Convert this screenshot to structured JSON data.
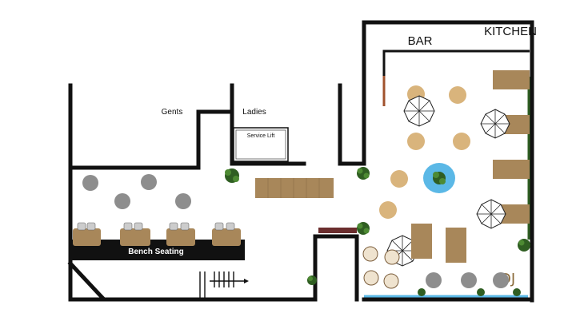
{
  "labels": {
    "kitchen": "KITCHEN",
    "bar": "BAR",
    "gents": "Gents",
    "ladies": "Ladies",
    "service_lift": "Service Lift",
    "bench_seating": "Bench Seating",
    "dj": "DJ"
  },
  "icons": {
    "umbrella": "umbrella-table-icon",
    "plant": "plant-icon",
    "stairs": "stairs-icon",
    "sofa": "sofa-icon",
    "round_table": "round-table-icon"
  },
  "colors": {
    "wall": "#111111",
    "wood": "#a8875a",
    "stool": "#d9b47c",
    "grey_table": "#8d8d8d",
    "water": "#5bb8e6",
    "plant": "#2f5e22",
    "bar_counter": "#a0522d"
  }
}
